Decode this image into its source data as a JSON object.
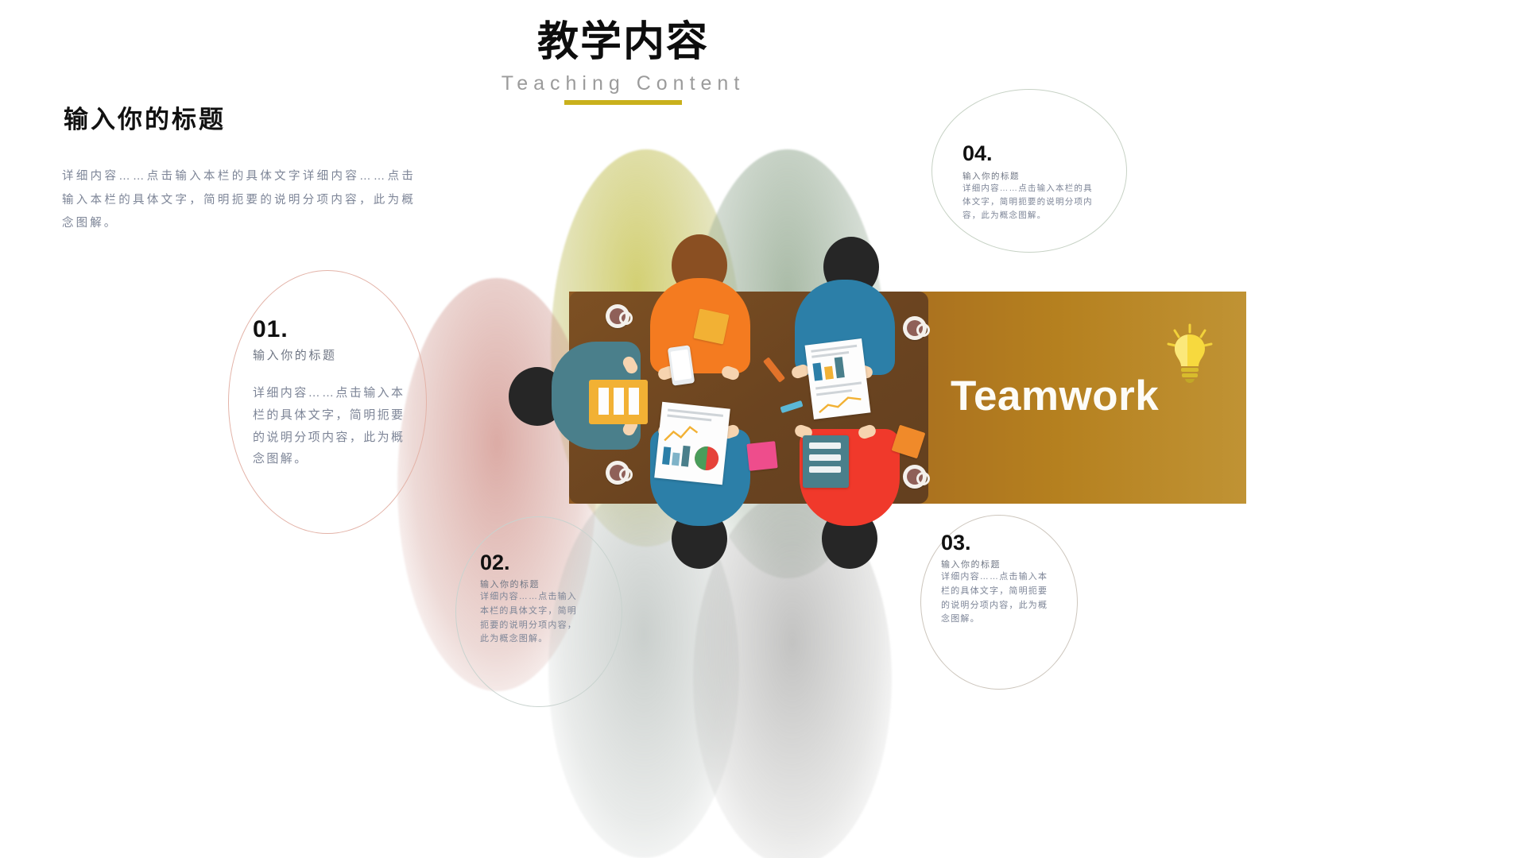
{
  "header": {
    "title_cn": "教学内容",
    "title_en": "Teaching Content",
    "accent_color": "#c9b01c"
  },
  "lead": {
    "title": "输入你的标题",
    "body": "详细内容……点击输入本栏的具体文字详细内容……点击输入本栏的具体文字，简明扼要的说明分项内容，此为概念图解。"
  },
  "banner": {
    "label": "Teamwork",
    "color_start": "#8f5a23",
    "color_end": "#c09334",
    "bulb_icon": "lightbulb-icon"
  },
  "cards": [
    {
      "number": "01.",
      "title": "输入你的标题",
      "body": "详细内容……点击输入本栏的具体文字，简明扼要的说明分项内容，此为概念图解。",
      "ring_color": "#e3b3a8"
    },
    {
      "number": "02.",
      "title": "输入你的标题",
      "body": "详细内容……点击输入本栏的具体文字，简明扼要的说明分项内容，此为概念图解。",
      "ring_color": "#c9d3cf"
    },
    {
      "number": "03.",
      "title": "输入你的标题",
      "body": "详细内容……点击输入本栏的具体文字，简明扼要的说明分项内容，此为概念图解。",
      "ring_color": "#cdc6bd"
    },
    {
      "number": "04.",
      "title": "输入你的标题",
      "body": "详细内容……点击输入本栏的具体文字，简明扼要的说明分项内容，此为概念图解。",
      "ring_color": "#c7d2c5"
    }
  ]
}
